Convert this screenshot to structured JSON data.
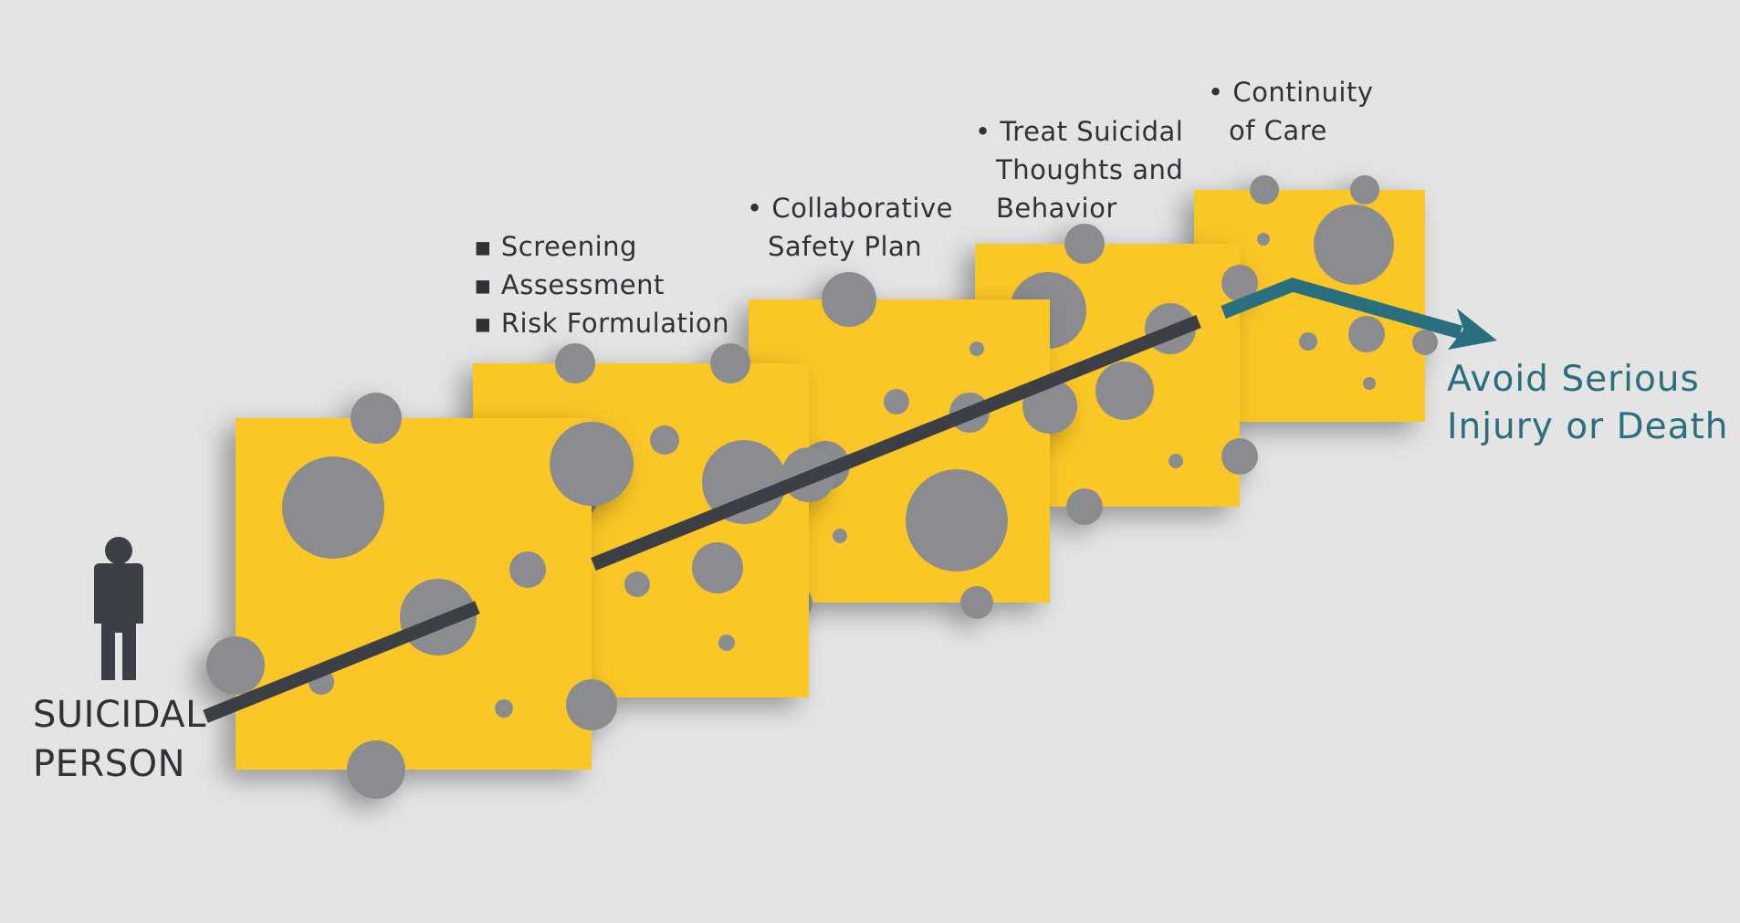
{
  "colors": {
    "background": "#e3e4e3",
    "cheese": "#fbc728",
    "hole": "#8a8c8f",
    "path_line": "#3d3f47",
    "outcome_arrow": "#2a6f7d",
    "person_icon": "#3d3f47",
    "label_text": "#2f3237"
  },
  "icons": {
    "person": "person-silhouette-icon",
    "arrow": "arrow-right-icon"
  },
  "person": {
    "line1": "SUICIDAL",
    "line2": "PERSON"
  },
  "outcome": {
    "line1": "Avoid Serious",
    "line2": "Injury or Death"
  },
  "layers": [
    {
      "bullets": []
    },
    {
      "bullets": [
        {
          "text": "Screening"
        },
        {
          "text": "Assessment"
        },
        {
          "text": "Risk Formulation"
        }
      ]
    },
    {
      "bullets": [
        {
          "line1": "Collaborative",
          "line2": "Safety Plan"
        }
      ]
    },
    {
      "bullets": [
        {
          "line1": "Treat Suicidal",
          "line2": "Thoughts and",
          "line3": "Behavior"
        }
      ]
    },
    {
      "bullets": [
        {
          "line1": "Continuity",
          "line2": "of Care"
        }
      ]
    }
  ]
}
